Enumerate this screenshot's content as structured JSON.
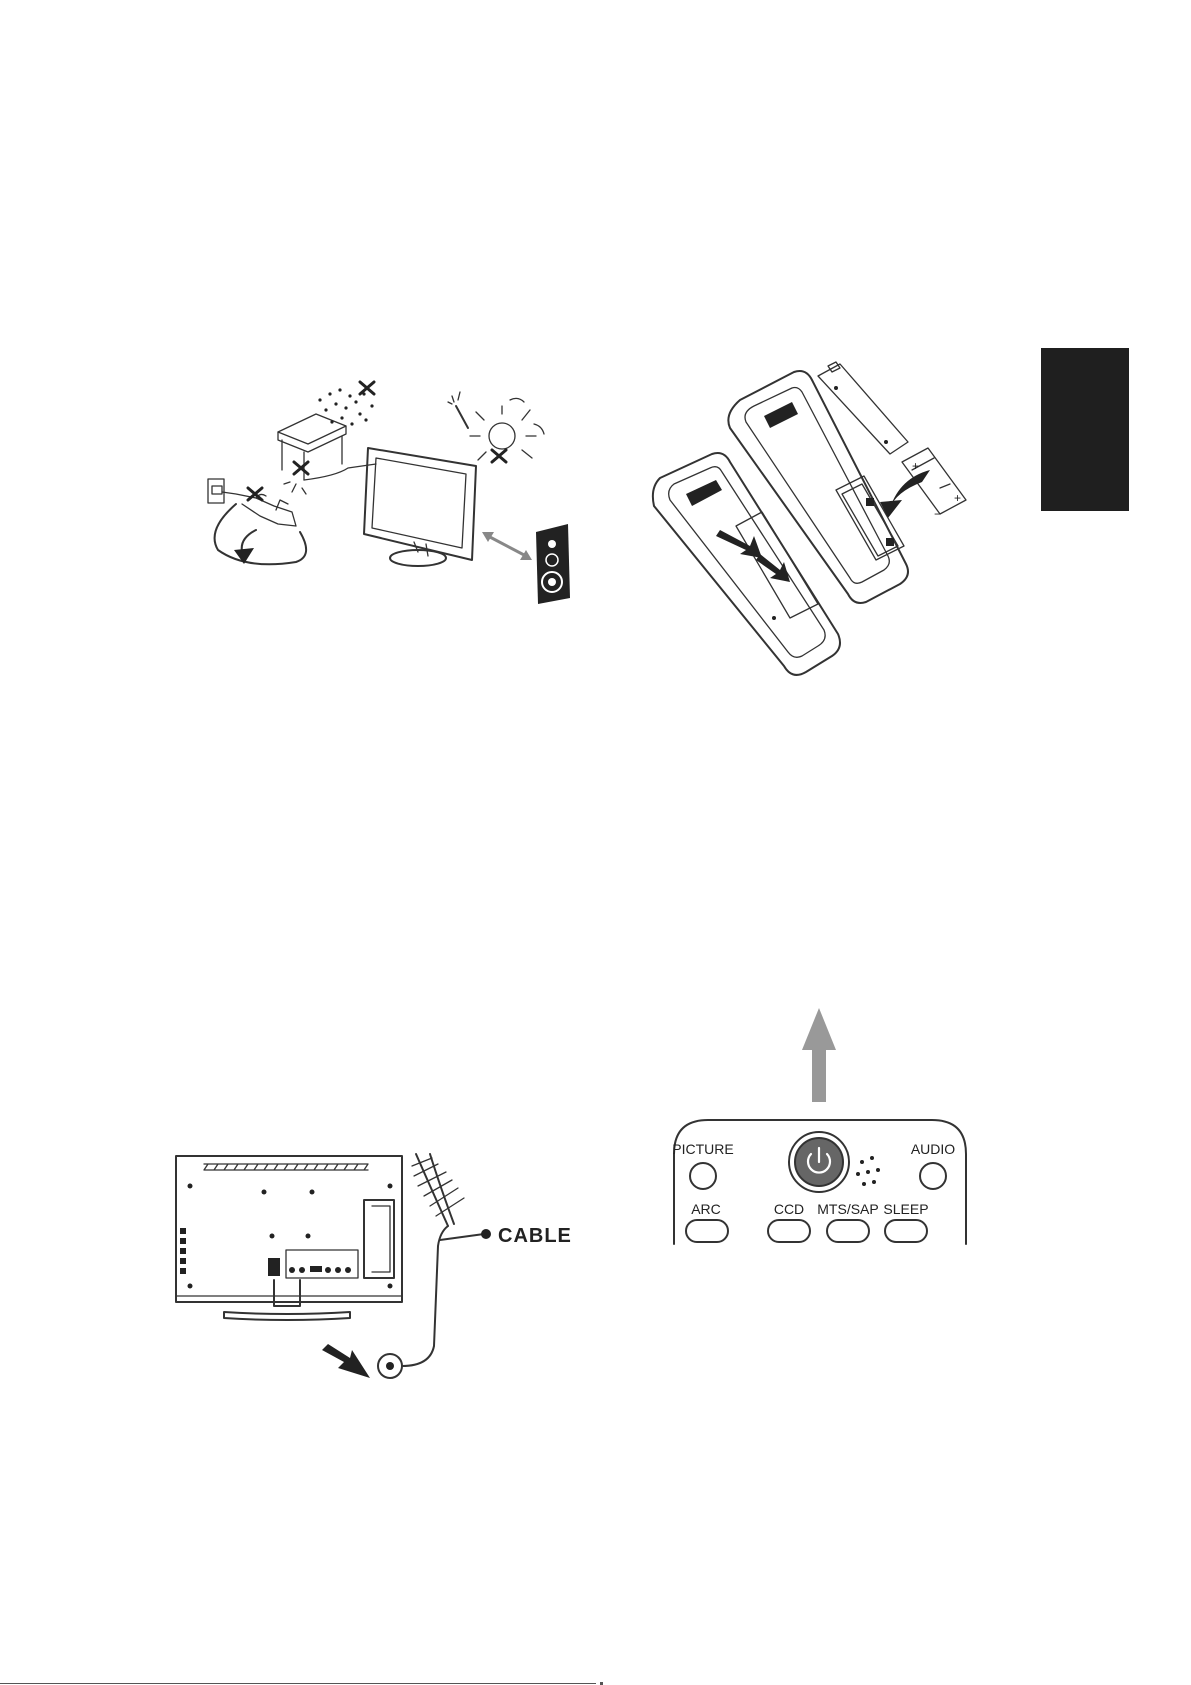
{
  "figures": {
    "antenna": {
      "cable_label": "CABLE"
    },
    "remote_top": {
      "buttons": {
        "picture": "PICTURE",
        "audio": "AUDIO",
        "arc": "ARC",
        "ccd": "CCD",
        "mts_sap": "MTS/SAP",
        "sleep": "SLEEP"
      },
      "icons": {
        "power": "power-icon",
        "signal_arrow": "arrow-up-icon"
      }
    }
  },
  "colors": {
    "line": "#333333",
    "tab": "#1f1f1f",
    "power_button": "#666666",
    "signal_arrow": "#999999"
  }
}
